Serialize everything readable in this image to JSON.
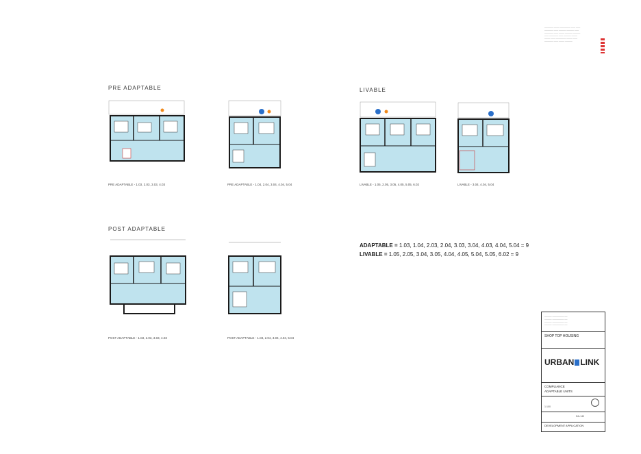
{
  "sections": {
    "pre_adaptable": "PRE ADAPTABLE",
    "livable": "LIVABLE",
    "post_adaptable": "POST ADAPTABLE"
  },
  "plans": {
    "pre_a": "PRE ADAPTABLE - 1.03, 2.03, 3.03, 4.03",
    "pre_b": "PRE ADAPTABLE - 1.04, 2.04, 3.04, 4.04, 5.04",
    "liv_a": "LIVABLE - 1.05, 2.05, 3.05, 4.05, 5.05, 6.02",
    "liv_b": "LIVABLE - 3.04, 4.04, 5.04",
    "post_a": "POST ADAPTABLE - 1.03, 2.03, 3.03, 4.03",
    "post_b": "POST ADAPTABLE - 1.03, 2.04, 3.04, 4.04, 5.04"
  },
  "summary": {
    "adaptable_label": "ADAPTABLE = ",
    "adaptable_units": "1.03, 1.04, 2.03, 2.04, 3.03, 3.04, 4.03, 4.04, 5.04 = 9",
    "livable_label": "LIVABLE = ",
    "livable_units": "1.05, 2.05, 3.04, 3.05, 4.04, 4.05, 5.04, 5.05, 6.02 = 9"
  },
  "title_block": {
    "project": "SHOP TOP HOUSING",
    "logo_left": "URBAN",
    "logo_right": "LINK",
    "drawing_title": "COMPLIANCE",
    "drawing_subtitle": "ADAPTABLE UNITS",
    "scale": "1:100",
    "drawing_no": "DA-140",
    "status": "DEVELOPMENT APPLICATION"
  },
  "colors": {
    "blue_fill": "#bfe3ee",
    "wall": "#1a1a1a",
    "accent_orange": "#f08a1c",
    "accent_blue": "#2a6fc9"
  }
}
